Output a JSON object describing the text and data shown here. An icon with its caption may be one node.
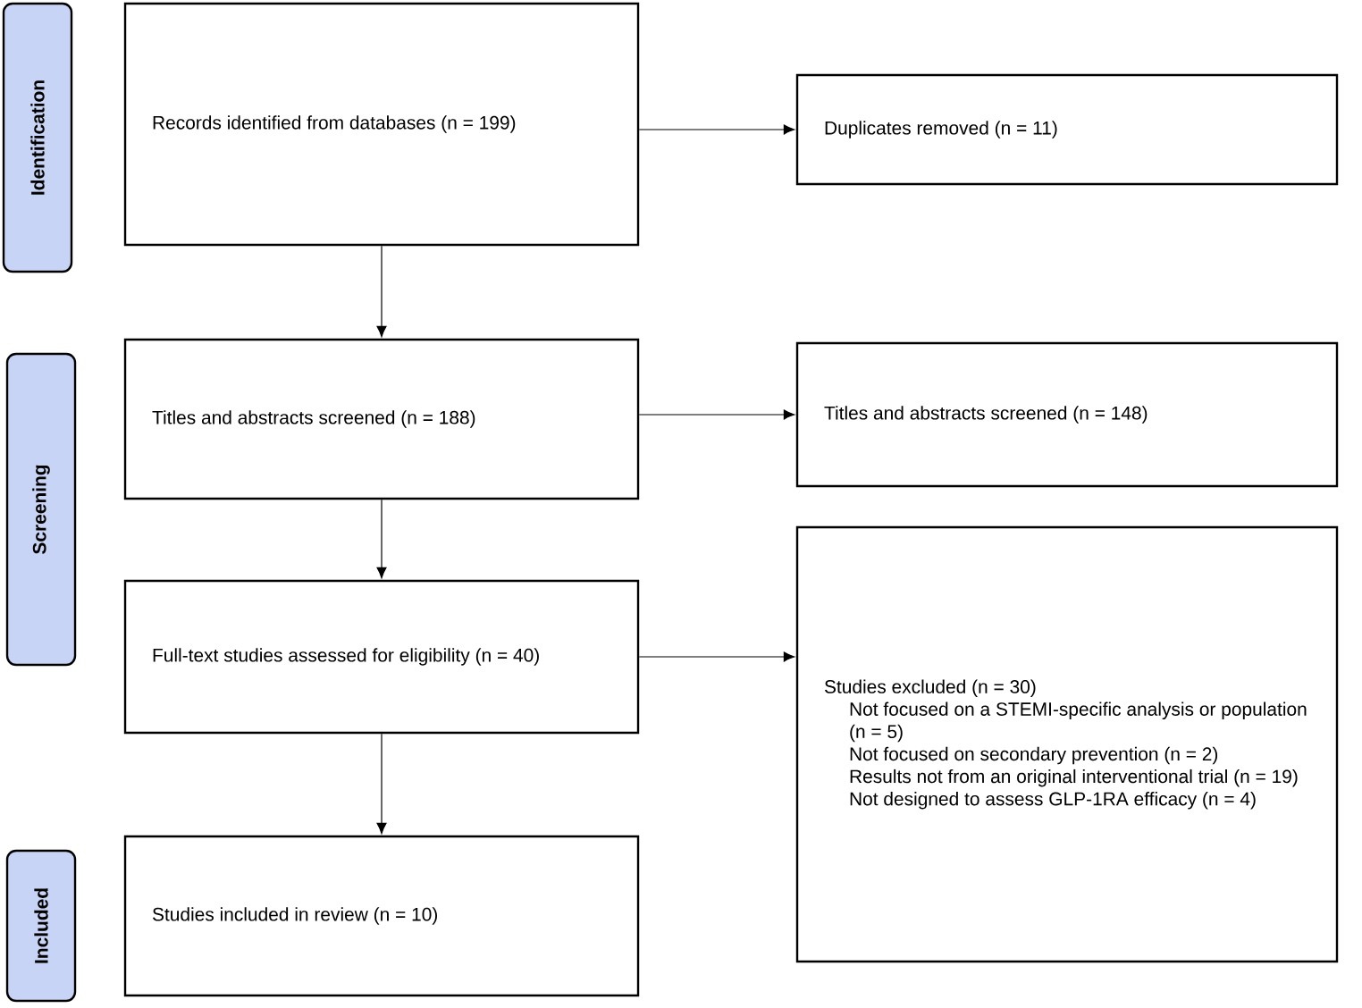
{
  "diagram": {
    "nodes": [
      {
        "text": [
          "Identification"
        ]
      },
      {
        "text": [
          "Screening"
        ]
      },
      {
        "text": [
          "Included"
        ]
      },
      {
        "text": [
          "Records identified from databases (n = 199)"
        ]
      },
      {
        "text": [
          "Duplicates removed (n = 11)"
        ]
      },
      {
        "text": [
          "Titles and abstracts screened (n = 188)"
        ]
      },
      {
        "text": [
          "Titles and abstracts screened (n = 148)"
        ]
      },
      {
        "text": [
          "Full-text studies assessed for eligibility (n = 40)"
        ]
      },
      {
        "text": [
          "Studies excluded (n = 30)",
          "Not focused on a STEMI-specific analysis or population (n = 5)",
          "Not focused on secondary prevention (n = 2)",
          "Results not from an original interventional trial (n = 19)",
          "Not designed to assess GLP-1RA efficacy (n = 4)"
        ]
      },
      {
        "text": [
          "Studies included in review (n = 10)"
        ]
      }
    ],
    "edges": [
      {
        "from": 3,
        "to": 4,
        "arrow": "to"
      },
      {
        "from": 3,
        "to": 5,
        "arrow": "to"
      },
      {
        "from": 5,
        "to": 6,
        "arrow": "to"
      },
      {
        "from": 5,
        "to": 7,
        "arrow": "to"
      },
      {
        "from": 7,
        "to": 8,
        "arrow": "to"
      },
      {
        "from": 7,
        "to": 9,
        "arrow": "to"
      }
    ]
  }
}
